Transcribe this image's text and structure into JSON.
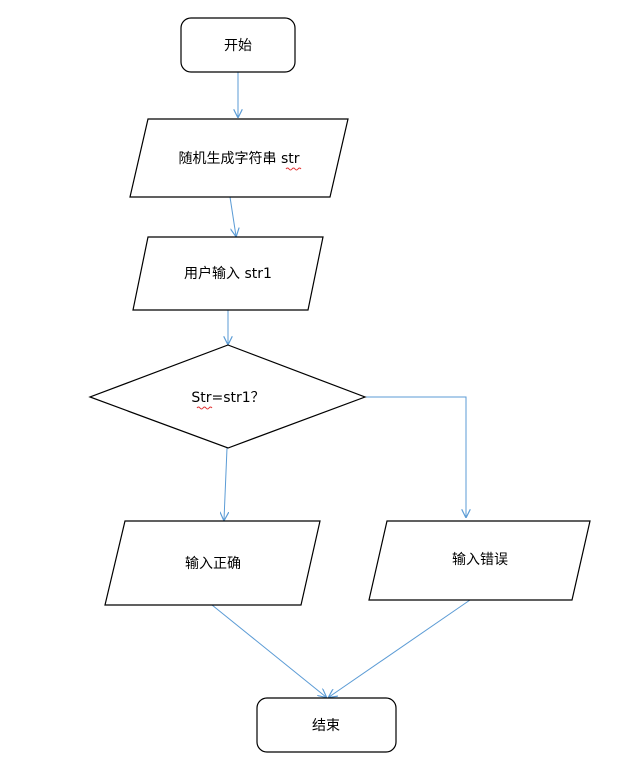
{
  "flowchart": {
    "colors": {
      "shape_stroke": "#000000",
      "shape_fill": "#ffffff",
      "connector": "#5b9bd5",
      "spellcheck_underline": "#e03030"
    },
    "nodes": {
      "start": {
        "label": "开始",
        "shape": "rounded-rectangle"
      },
      "generate": {
        "label": "随机生成字符串 str",
        "shape": "parallelogram"
      },
      "user_input": {
        "label": "用户输入 str1",
        "shape": "parallelogram"
      },
      "compare": {
        "label": "Str=str1？",
        "shape": "diamond"
      },
      "correct": {
        "label": "输入正确",
        "shape": "parallelogram"
      },
      "wrong": {
        "label": "输入错误",
        "shape": "parallelogram"
      },
      "end": {
        "label": "结束",
        "shape": "rounded-rectangle"
      }
    },
    "edges": [
      {
        "from": "start",
        "to": "generate"
      },
      {
        "from": "generate",
        "to": "user_input"
      },
      {
        "from": "user_input",
        "to": "compare"
      },
      {
        "from": "compare",
        "to": "correct"
      },
      {
        "from": "compare",
        "to": "wrong"
      },
      {
        "from": "correct",
        "to": "end"
      },
      {
        "from": "wrong",
        "to": "end"
      }
    ]
  }
}
